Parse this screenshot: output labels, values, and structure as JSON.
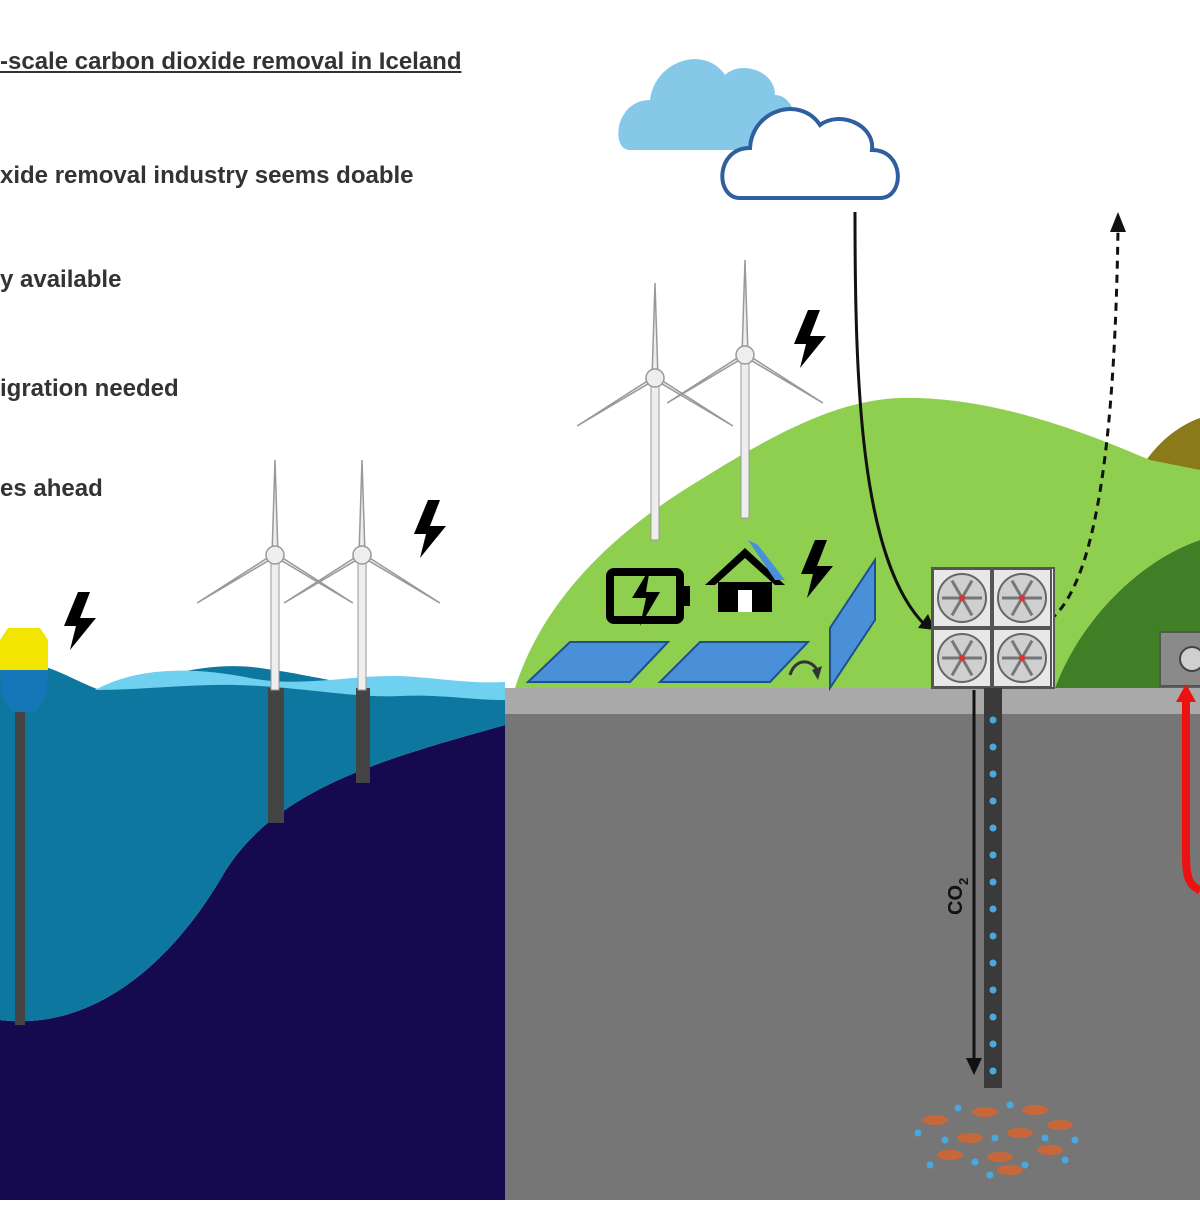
{
  "text": {
    "title": "-scale carbon dioxide removal in Iceland",
    "bullets": [
      "xide removal industry seems doable",
      "y available",
      "igration needed",
      "es ahead"
    ],
    "co2_label": "CO",
    "co2_subscript": "2"
  },
  "colors": {
    "sea_surface": "#0e77a0",
    "sea_light": "#6fd0f0",
    "sea_deep": "#150a4f",
    "ground": "#767676",
    "ground_top": "#a9a9a9",
    "hill_light": "#8ecf4f",
    "hill_dark": "#3f7f25",
    "mountain": "#8a7a1a",
    "solar_panel": "#4a90d9",
    "cloud_filled": "#86c8e8",
    "cloud_outline": "#2f5f9f",
    "heat_pipe": "#ee1111",
    "bubbles": "#4aa8e0",
    "rock": "#c8683a",
    "turbine": "#eeeeee",
    "buoy_top": "#f2e600"
  },
  "icons": [
    "cloud-icon",
    "wind-turbine-icon",
    "lightning-icon",
    "battery-icon",
    "house-icon",
    "solar-panel-icon",
    "fan-icon",
    "buoy-icon"
  ]
}
